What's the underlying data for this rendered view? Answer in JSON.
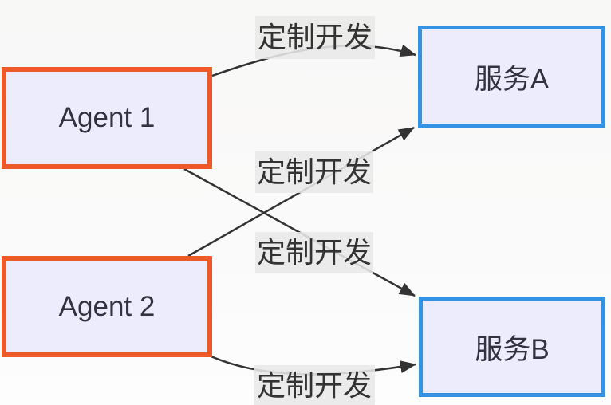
{
  "diagram": {
    "type": "flowchart",
    "orientation": "left-to-right",
    "colors": {
      "background": "#fafafa",
      "node_fill": "#ECECFD",
      "agent_border": "#EC5A2A",
      "service_border": "#3392E3",
      "edge_line": "#333333",
      "edge_label_background": "#E8E8E8",
      "text": "#333333"
    },
    "nodes": [
      {
        "id": "agent1",
        "label": "Agent 1",
        "style": "agent"
      },
      {
        "id": "agent2",
        "label": "Agent 2",
        "style": "agent"
      },
      {
        "id": "serviceA",
        "label": "服务A",
        "style": "service"
      },
      {
        "id": "serviceB",
        "label": "服务B",
        "style": "service"
      }
    ],
    "edges": [
      {
        "from": "Agent 1",
        "to": "服务A",
        "label": "定制开发"
      },
      {
        "from": "Agent 2",
        "to": "服务A",
        "label": "定制开发"
      },
      {
        "from": "Agent 1",
        "to": "服务B",
        "label": "定制开发"
      },
      {
        "from": "Agent 2",
        "to": "服务B",
        "label": "定制开发"
      }
    ]
  }
}
